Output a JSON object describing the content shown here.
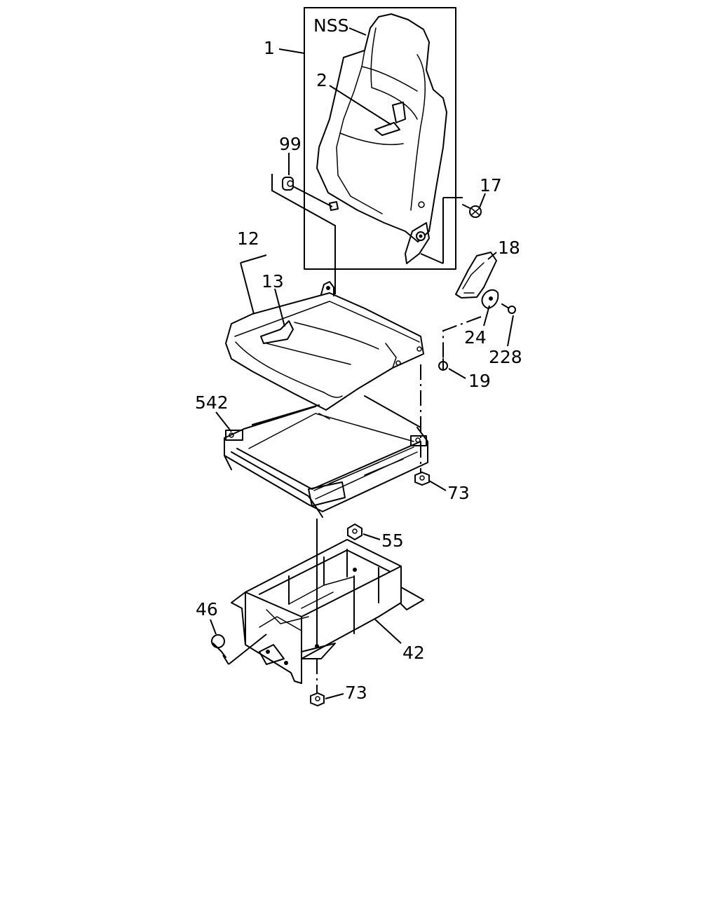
{
  "diagram": {
    "callouts": {
      "nss": "NSS",
      "c1": "1",
      "c2": "2",
      "c99": "99",
      "c17": "17",
      "c12": "12",
      "c13": "13",
      "c18": "18",
      "c24": "24",
      "c228": "228",
      "c19": "19",
      "c542": "542",
      "c73_upper": "73",
      "c55": "55",
      "c46": "46",
      "c42": "42",
      "c73_lower": "73"
    }
  }
}
